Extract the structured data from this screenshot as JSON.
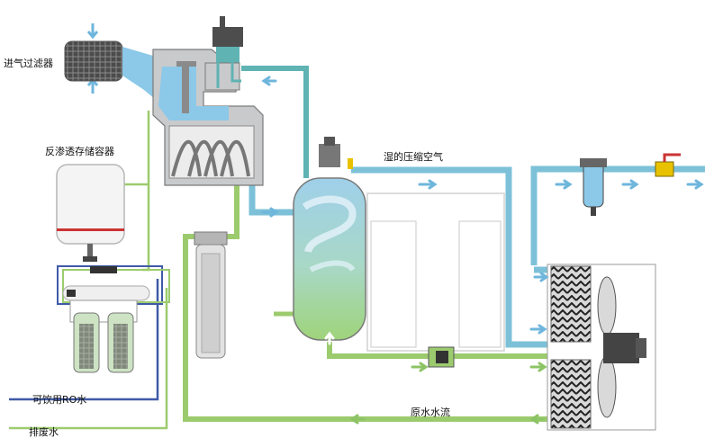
{
  "labels": {
    "intake_filter": "进气过滤器",
    "ro_storage_tank": "反渗透存储容器",
    "drinkable_ro_water": "可饮用RO水",
    "waste_water": "排废水",
    "humid_compressed_air": "湿的压缩空气",
    "raw_water_flow": "原水水流"
  },
  "colors": {
    "air_blue": "#8cc8e8",
    "teal_pipe": "#5fb3b3",
    "green_pipe": "#9ccb6e",
    "navy_pipe": "#3f5aa8",
    "machine_gray": "#c9cacc",
    "arrow_blue": "#6fb6dc"
  }
}
